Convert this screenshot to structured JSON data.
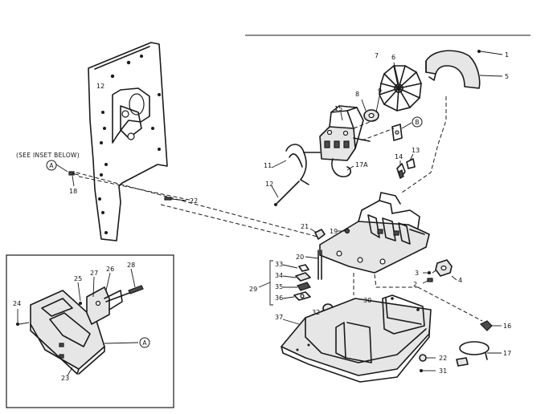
{
  "note": "(SEE INSET BELOW)",
  "refs": {
    "a1": "A",
    "a2": "A",
    "b1": "B"
  },
  "callouts": {
    "c1": "1",
    "c5": "5",
    "c7": "7",
    "c6": "6",
    "c8": "8",
    "c9": "9",
    "c15": "15",
    "c11": "11",
    "c12": "12",
    "c17a": "17A",
    "c14": "14",
    "c13": "13",
    "c18": "18",
    "c22a": "22",
    "c21": "21",
    "c19": "19",
    "c20": "20",
    "c33": "33",
    "c34": "34",
    "c35": "35",
    "c36": "36",
    "c29": "29",
    "c32": "32",
    "c30": "30",
    "c37": "37",
    "c3": "3",
    "c2": "2",
    "c4": "4",
    "c16": "16",
    "c17": "17",
    "c22b": "22",
    "c31": "31",
    "c24": "24",
    "c25": "25",
    "c27": "27",
    "c26": "26",
    "c28": "28",
    "c23": "23"
  }
}
